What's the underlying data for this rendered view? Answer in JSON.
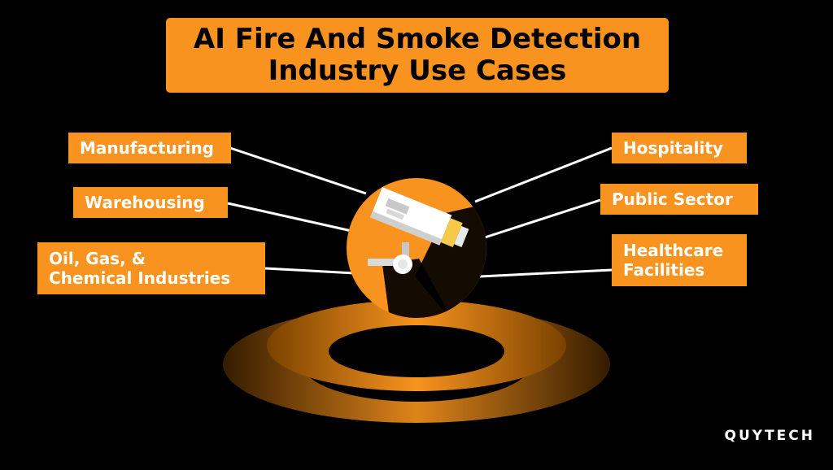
{
  "title": {
    "line1": "AI Fire And Smoke Detection",
    "line2": "Industry Use Cases"
  },
  "left_cases": [
    {
      "label": "Manufacturing"
    },
    {
      "label": "Warehousing"
    },
    {
      "line1": "Oil, Gas, &",
      "line2": "Chemical Industries"
    }
  ],
  "right_cases": [
    {
      "label": "Hospitality"
    },
    {
      "label": "Public Sector"
    },
    {
      "line1": "Healthcare",
      "line2": "Facilities"
    }
  ],
  "center_icon": "security-camera-icon",
  "brand": "QUYTECH",
  "colors": {
    "accent": "#F7931E",
    "background": "#000000",
    "label_text": "#FFFFFF",
    "title_text": "#000000"
  }
}
